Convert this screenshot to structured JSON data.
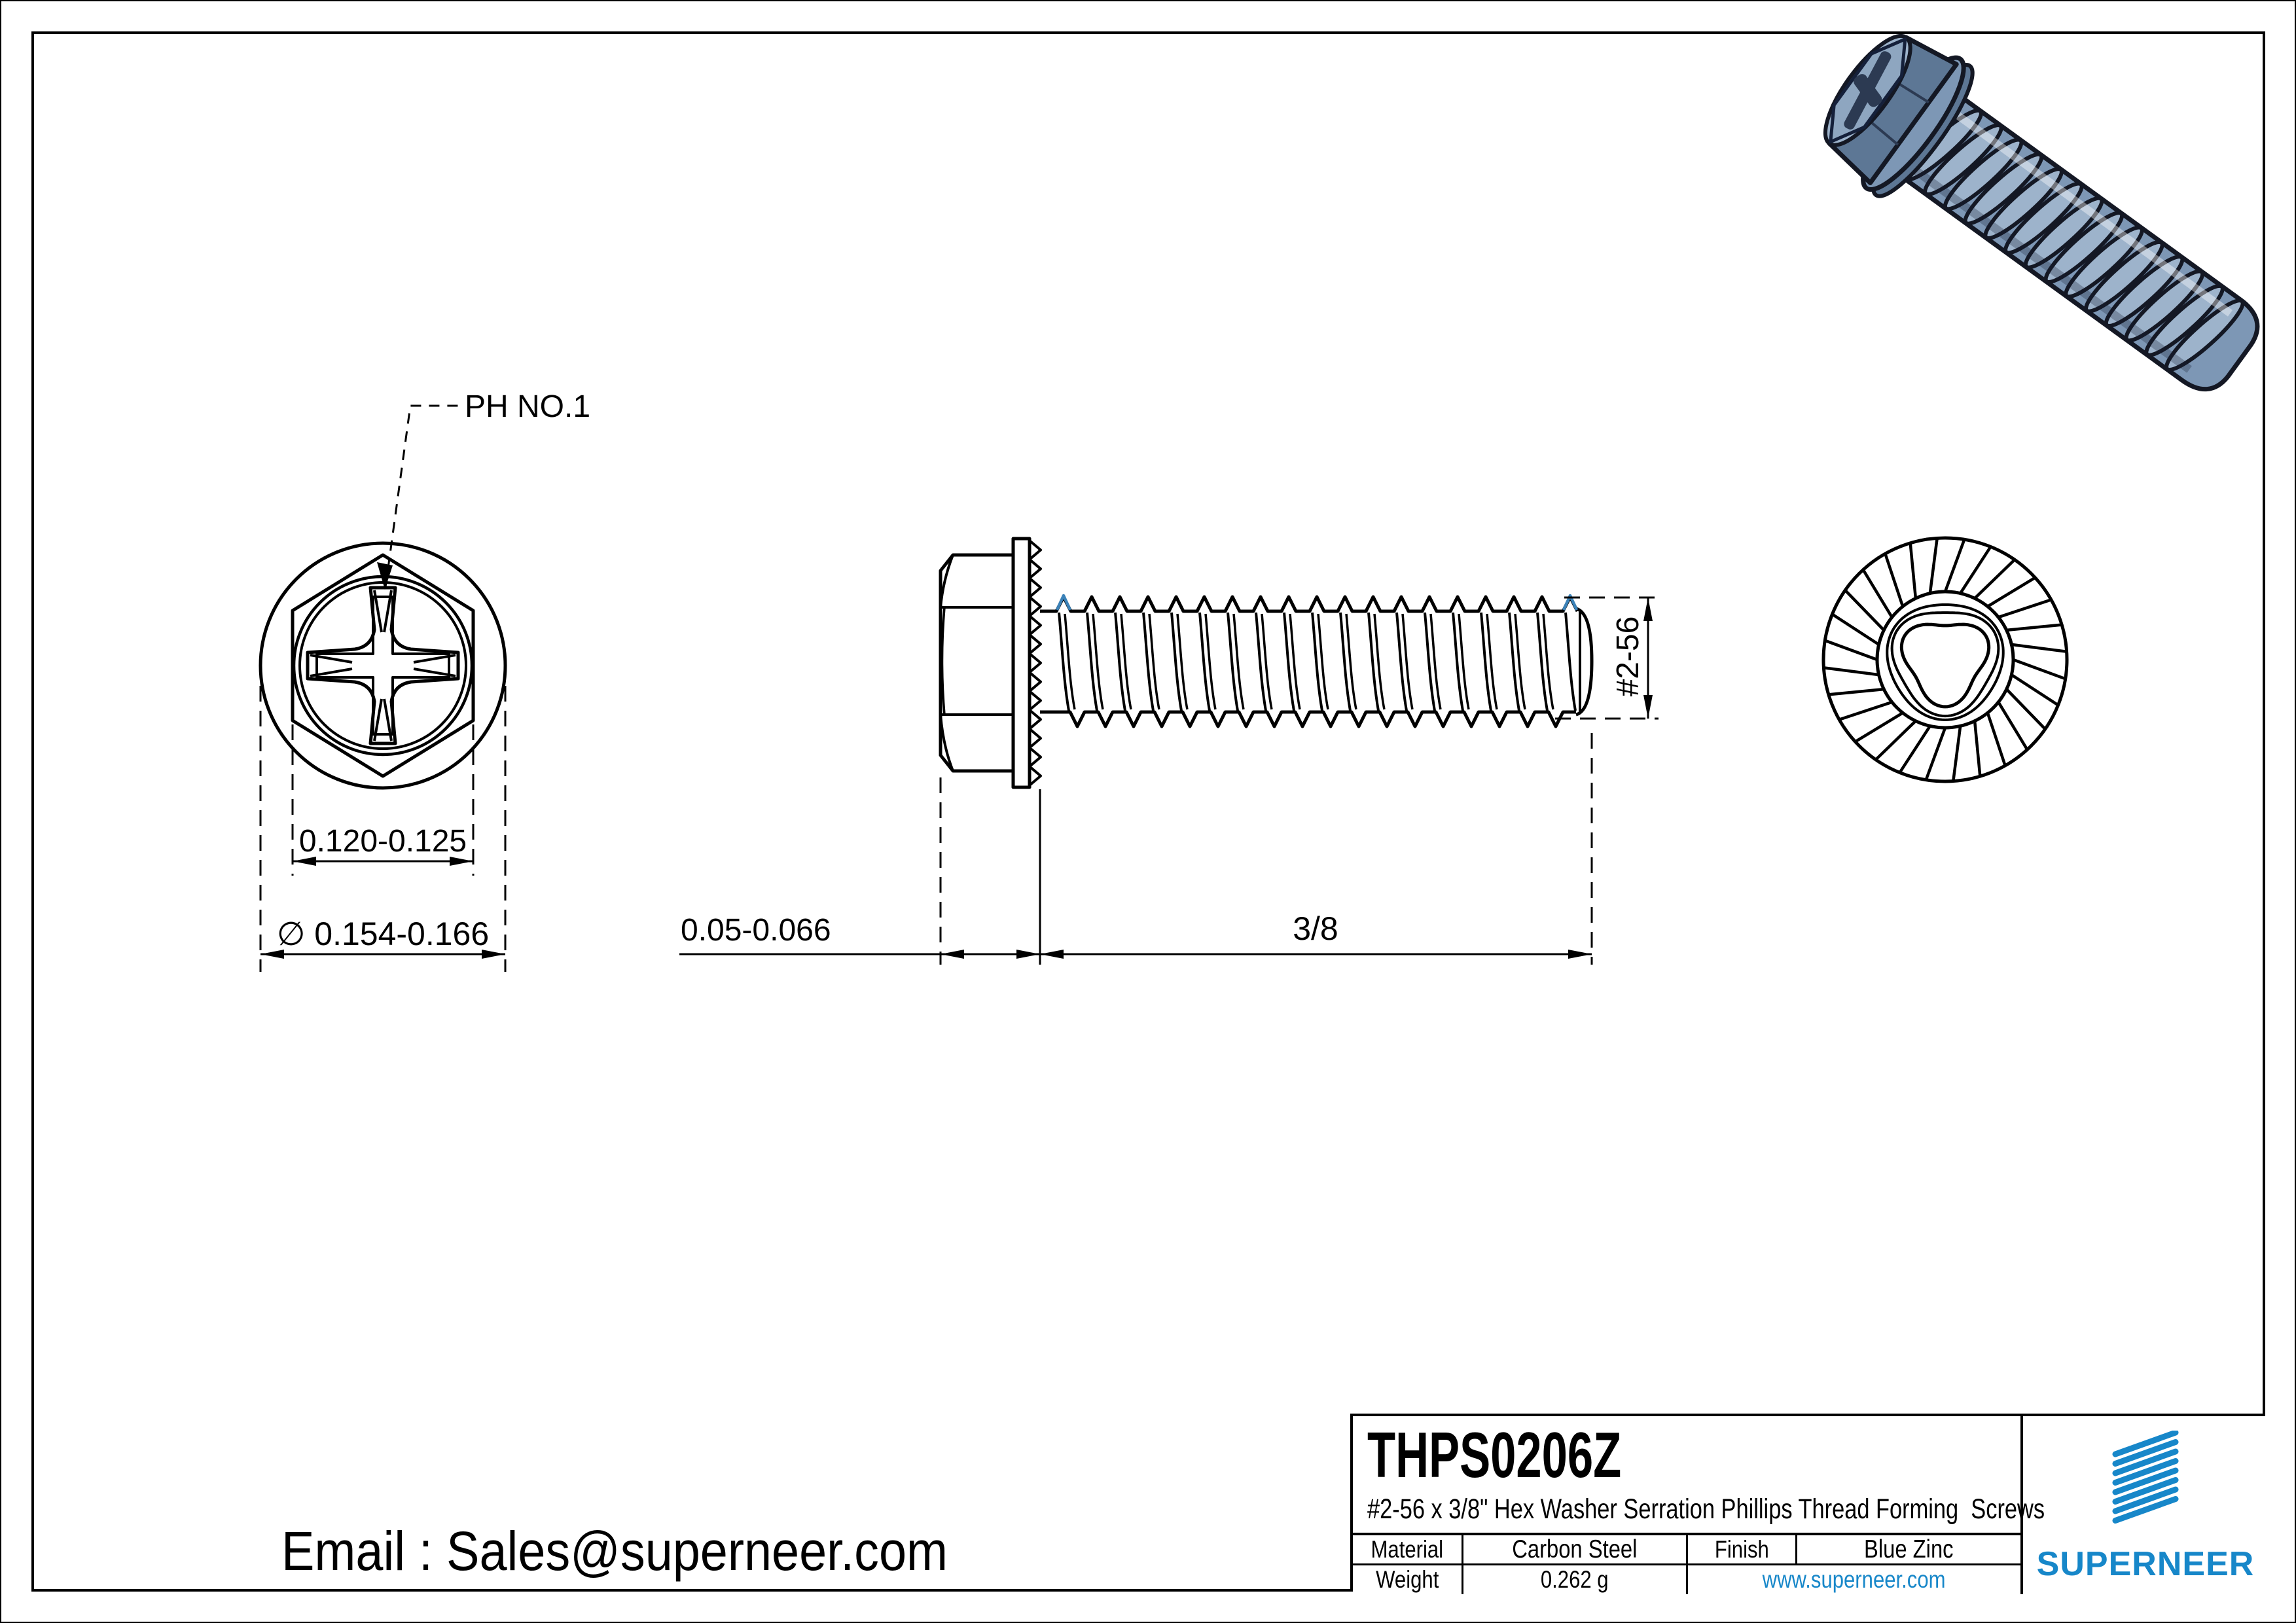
{
  "colors": {
    "line": "#000000",
    "accent": "#1787c9",
    "crest_accent": "#3b82b8",
    "steel_light": "#9db3cb",
    "steel_mid": "#7d97b5",
    "steel_dark": "#5d7795",
    "steel_shadow": "#2c3a52",
    "outline_dark": "#141824"
  },
  "annotations": {
    "drive_label": "PH NO.1",
    "across_flats": "0.120-0.125",
    "washer_diameter": "∅ 0.154-0.166",
    "head_height": "0.05-0.066",
    "thread_length": "3/8",
    "thread_size": "#2-56"
  },
  "figure": {
    "thread_teeth": 19,
    "serrations": 28,
    "washer_teeth": 13,
    "iso_ridges": 14,
    "logo_stripes": 8
  },
  "title_block": {
    "part_number": "THPS0206Z",
    "description": "#2-56 x 3/8\" Hex Washer Serration Phillips Thread Forming  Screws",
    "material_label": "Material",
    "material_value": "Carbon Steel",
    "finish_label": "Finish",
    "finish_value": "Blue Zinc",
    "weight_label": "Weight",
    "weight_value": "0.262 g",
    "website": "www.superneer.com",
    "brand": "SUPERNEER"
  },
  "footer": {
    "email": "Email : Sales@superneer.com"
  }
}
